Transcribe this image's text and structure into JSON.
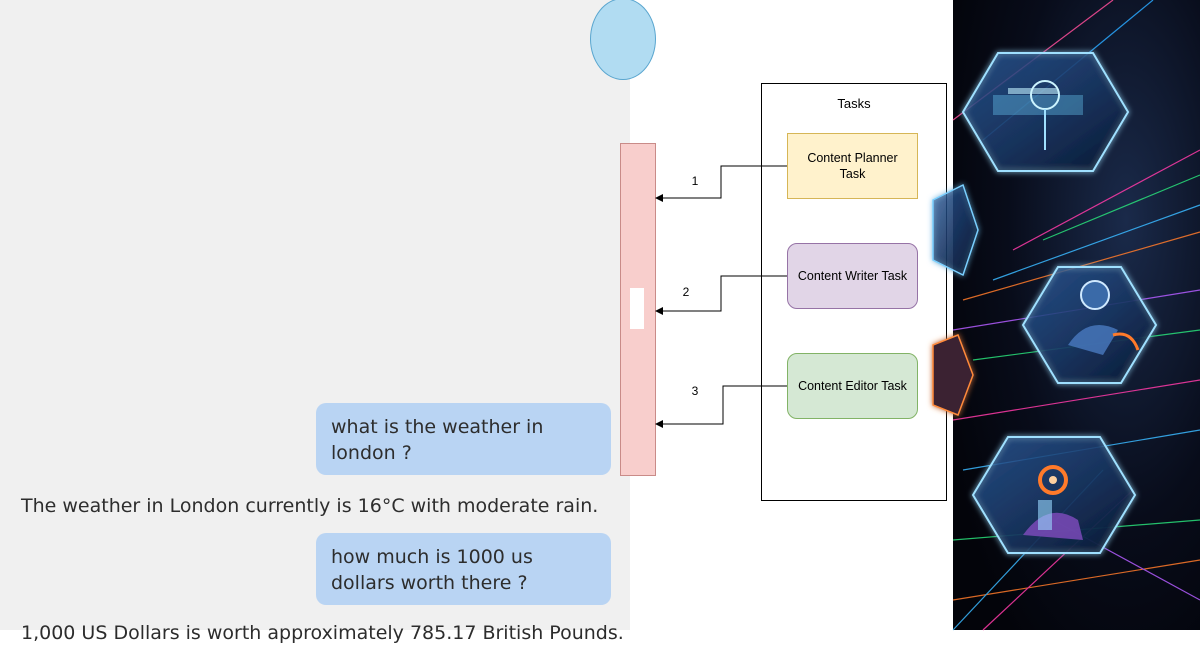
{
  "chat": {
    "messages": [
      {
        "role": "user",
        "text": "what is the weather in london ?"
      },
      {
        "role": "assistant",
        "text": "The weather in London currently is 16°C with moderate rain."
      },
      {
        "role": "user",
        "text": "how much is 1000 us dollars worth there ?"
      },
      {
        "role": "assistant",
        "text": "1,000 US Dollars is worth approximately 785.17 British Pounds."
      }
    ],
    "colors": {
      "panel_bg": "#f0f0f0",
      "user_bubble": "#b9d4f3",
      "text": "#2d2d2d"
    }
  },
  "diagram": {
    "tasks_title": "Tasks",
    "tasks": [
      {
        "label": "Content Planner Task",
        "fill": "#fff2cc",
        "stroke": "#d6b656"
      },
      {
        "label": "Content Writer Task",
        "fill": "#e1d5e7",
        "stroke": "#9673a6"
      },
      {
        "label": "Content Editor Task",
        "fill": "#d5e8d4",
        "stroke": "#82b366"
      }
    ],
    "edge_labels": [
      "1",
      "2",
      "3"
    ],
    "colors": {
      "agent_ellipse": "#b1dcf2",
      "crew_box": "#f8cecc"
    }
  },
  "artwork": {
    "tiles": [
      "satellite-hologram-icon",
      "astronaut-hologram-icon",
      "chat-robot-hologram-icon"
    ]
  }
}
